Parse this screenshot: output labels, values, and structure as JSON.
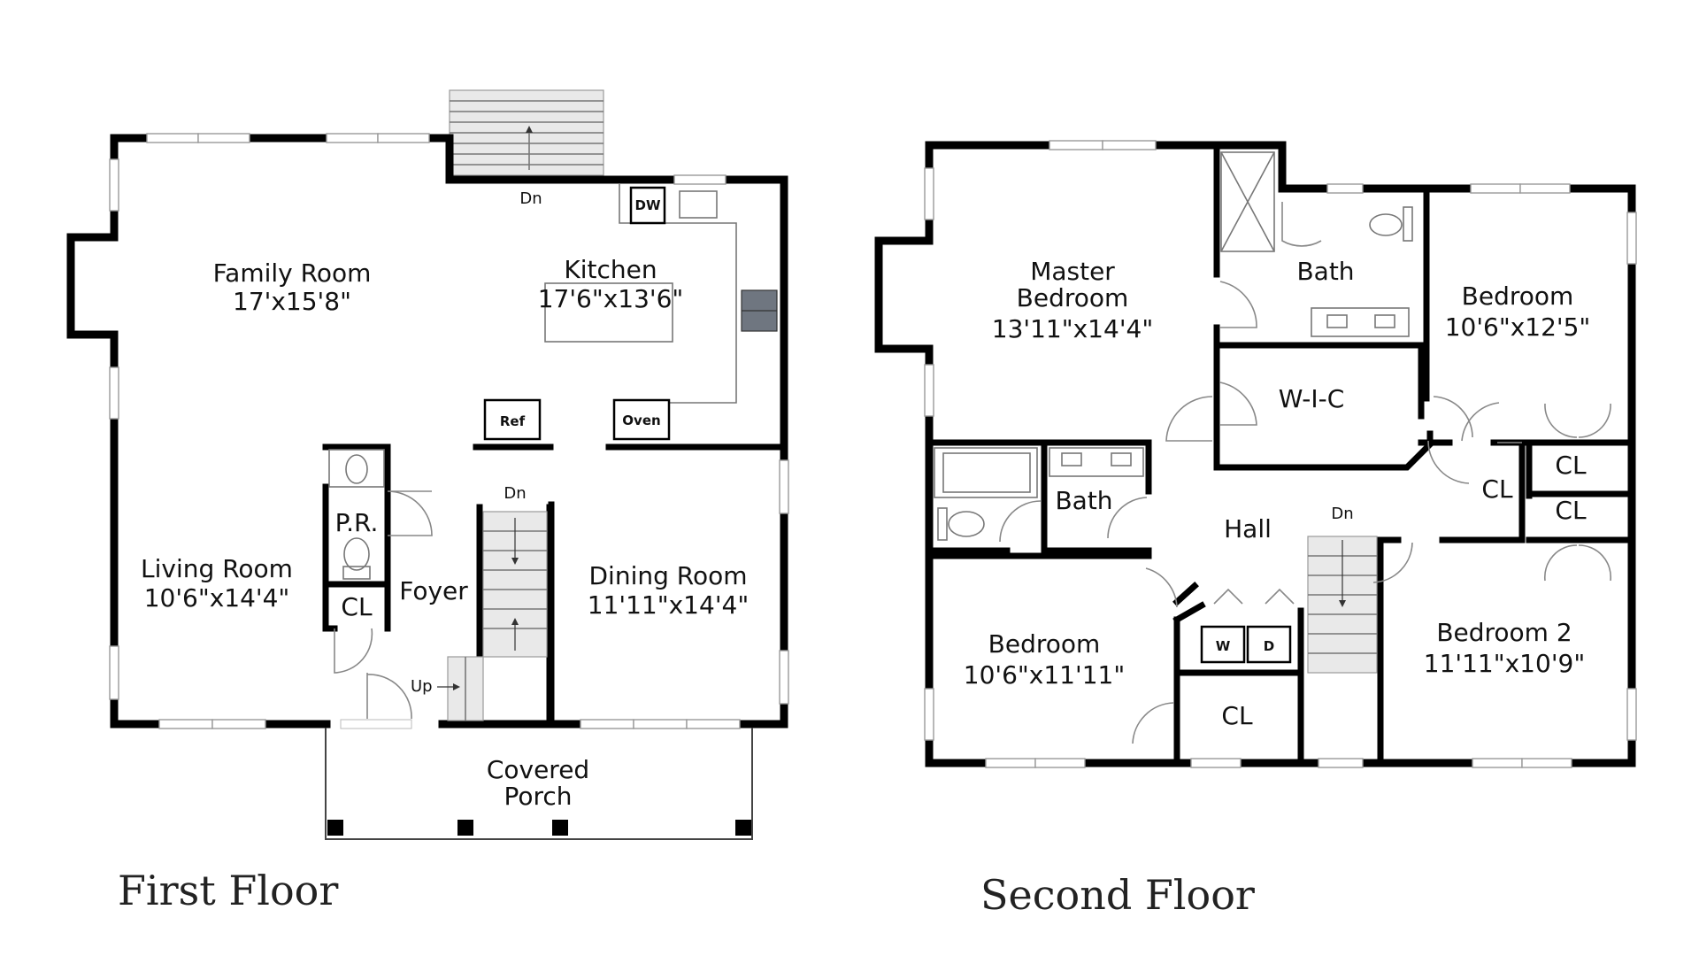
{
  "floors": {
    "first": {
      "title": "First Floor",
      "rooms": {
        "family_room": {
          "name": "Family Room",
          "dims": "17'x15'8\""
        },
        "kitchen": {
          "name": "Kitchen",
          "dims": "17'6\"x13'6\""
        },
        "living_room": {
          "name": "Living Room",
          "dims": "10'6\"x14'4\""
        },
        "dining_room": {
          "name": "Dining Room",
          "dims": "11'11\"x14'4\""
        },
        "powder_room": "P.R.",
        "closet": "CL",
        "foyer": "Foyer",
        "porch_line1": "Covered",
        "porch_line2": "Porch"
      },
      "fixtures": {
        "dishwasher": "DW",
        "refrigerator": "Ref",
        "oven": "Oven"
      },
      "stair_labels": {
        "deck_down": "Dn",
        "stair_down": "Dn",
        "stair_up": "Up"
      }
    },
    "second": {
      "title": "Second Floor",
      "rooms": {
        "master_bedroom_line1": "Master",
        "master_bedroom_line2": "Bedroom",
        "master_bedroom_dims": "13'11\"x14'4\"",
        "master_bath": "Bath",
        "bedroom_ne": {
          "name": "Bedroom",
          "dims": "10'6\"x12'5\""
        },
        "walk_in_closet": "W-I-C",
        "hall_bath": "Bath",
        "hall": "Hall",
        "closet_1": "CL",
        "closet_2": "CL",
        "closet_3": "CL",
        "closet_4": "CL",
        "bedroom_sw": {
          "name": "Bedroom",
          "dims": "10'6\"x11'11\""
        },
        "bedroom_2": {
          "name": "Bedroom 2",
          "dims": "11'11\"x10'9\""
        }
      },
      "fixtures": {
        "washer": "W",
        "dryer": "D"
      },
      "stair_labels": {
        "down": "Dn"
      }
    }
  },
  "colors": {
    "wall": "#000000",
    "stair_fill": "#e9e9e9",
    "background": "#ffffff"
  }
}
